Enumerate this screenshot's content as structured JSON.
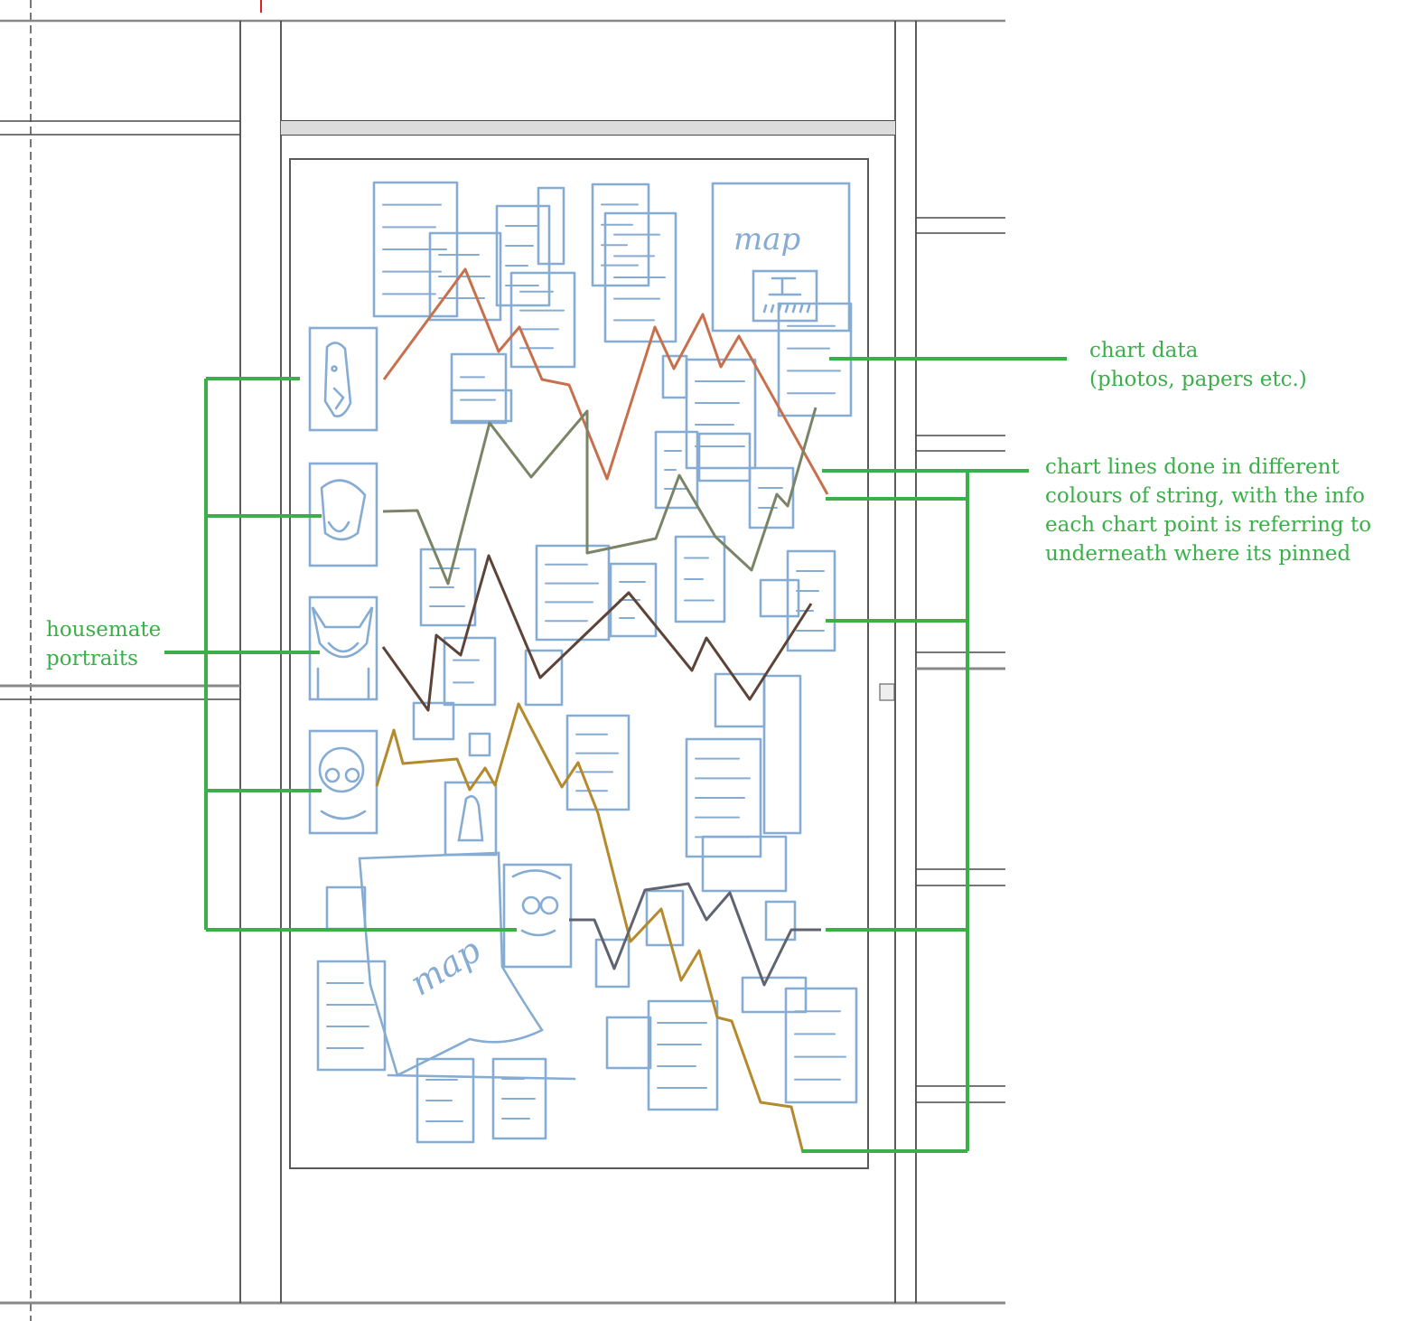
{
  "colors": {
    "annotation": "#3cae4a",
    "sketch": "#86acd3",
    "frame": "#4a4a4a",
    "strings": [
      "#c8704d",
      "#7a8466",
      "#5e4438",
      "#b48a2c",
      "#5f6470"
    ]
  },
  "icons": {
    "map_sketch": "map-icon"
  },
  "board": {
    "map_label_top": "map",
    "map_label_bottom": "map"
  },
  "annotations": {
    "portraits": {
      "lines": [
        "housemate",
        "portraits"
      ]
    },
    "chart_data": {
      "lines": [
        "chart data",
        "(photos, papers etc.)"
      ]
    },
    "chart_lines": {
      "lines": [
        "chart lines done in different",
        "colours of string, with the info",
        "each chart point is referring to",
        "underneath where its pinned"
      ]
    }
  }
}
